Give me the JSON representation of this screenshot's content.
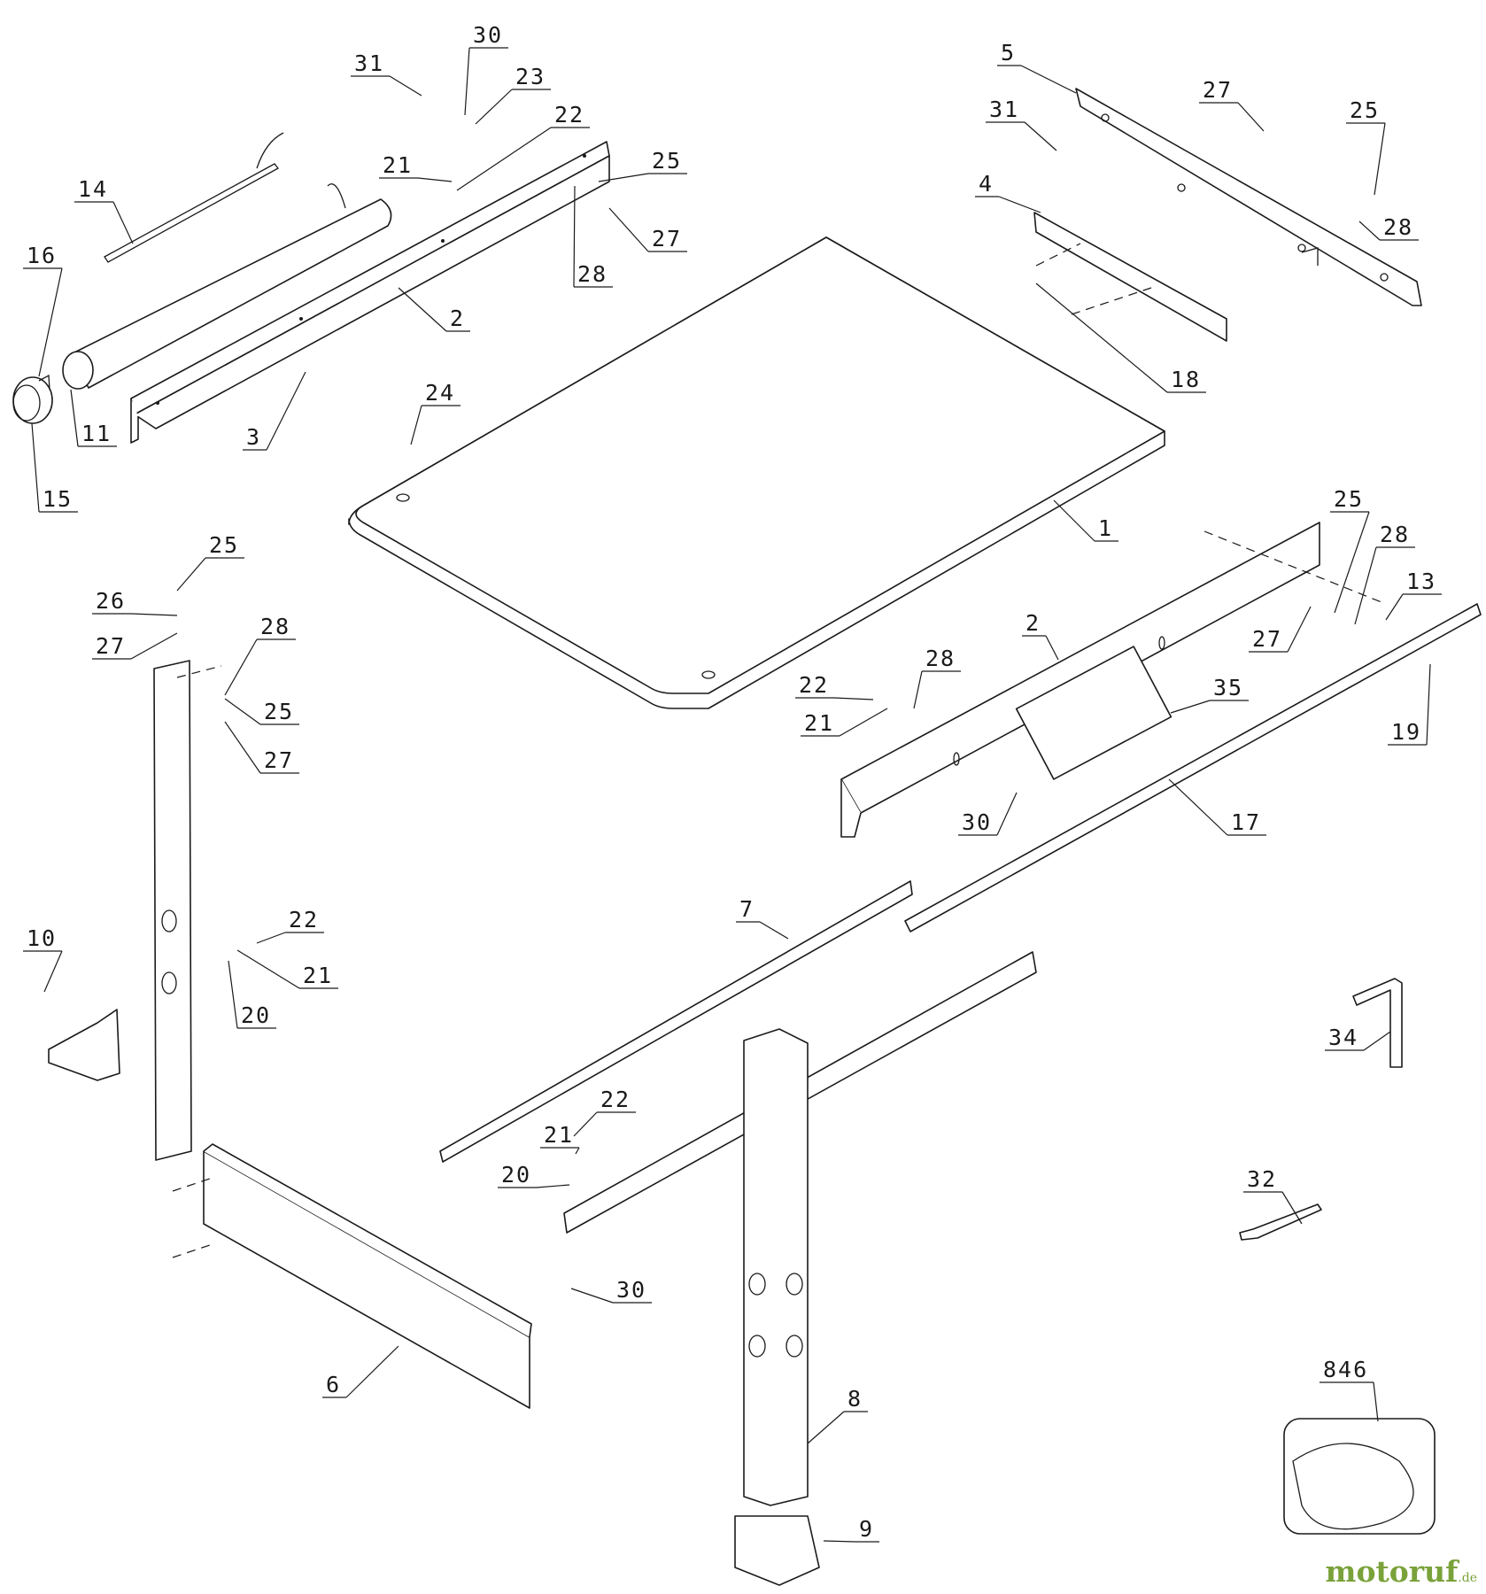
{
  "diagram": {
    "callouts": [
      "1",
      "2",
      "2",
      "3",
      "4",
      "5",
      "6",
      "7",
      "8",
      "9",
      "10",
      "11",
      "13",
      "14",
      "15",
      "16",
      "17",
      "18",
      "19",
      "20",
      "20",
      "21",
      "21",
      "21",
      "21",
      "22",
      "22",
      "22",
      "22",
      "23",
      "24",
      "25",
      "25",
      "25",
      "25",
      "25",
      "26",
      "27",
      "27",
      "27",
      "27",
      "27",
      "28",
      "28",
      "28",
      "28",
      "28",
      "30",
      "30",
      "30",
      "31",
      "31",
      "32",
      "34",
      "35",
      "846"
    ]
  },
  "watermark": {
    "brand": "motoruf",
    "tld": ".de",
    "color": "#7aa23a"
  }
}
